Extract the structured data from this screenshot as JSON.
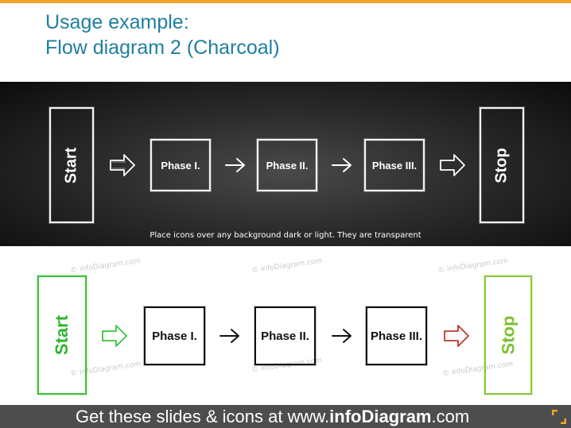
{
  "header": {
    "title_line1": "Usage example:",
    "title_line2": "Flow diagram 2 (Charcoal)"
  },
  "dark_flow": {
    "start_label": "Start",
    "phases": [
      "Phase I.",
      "Phase II.",
      "Phase III."
    ],
    "stop_label": "Stop",
    "caption": "Place icons over any background dark or light. They  are transparent"
  },
  "light_flow": {
    "start_label": "Start",
    "phases": [
      "Phase I.",
      "Phase II.",
      "Phase III."
    ],
    "stop_label": "Stop",
    "watermark": "© infoDiagram.com"
  },
  "footer": {
    "prefix": "Get these slides & icons at www.",
    "brand": "infoDiagram",
    "suffix": ".com"
  },
  "colors": {
    "accent_orange": "#f4a42a",
    "title_blue": "#1f7ea0",
    "start_green": "#3ec23e",
    "stop_lime": "#8cc63f",
    "stop_arrow_red": "#c0392b"
  }
}
